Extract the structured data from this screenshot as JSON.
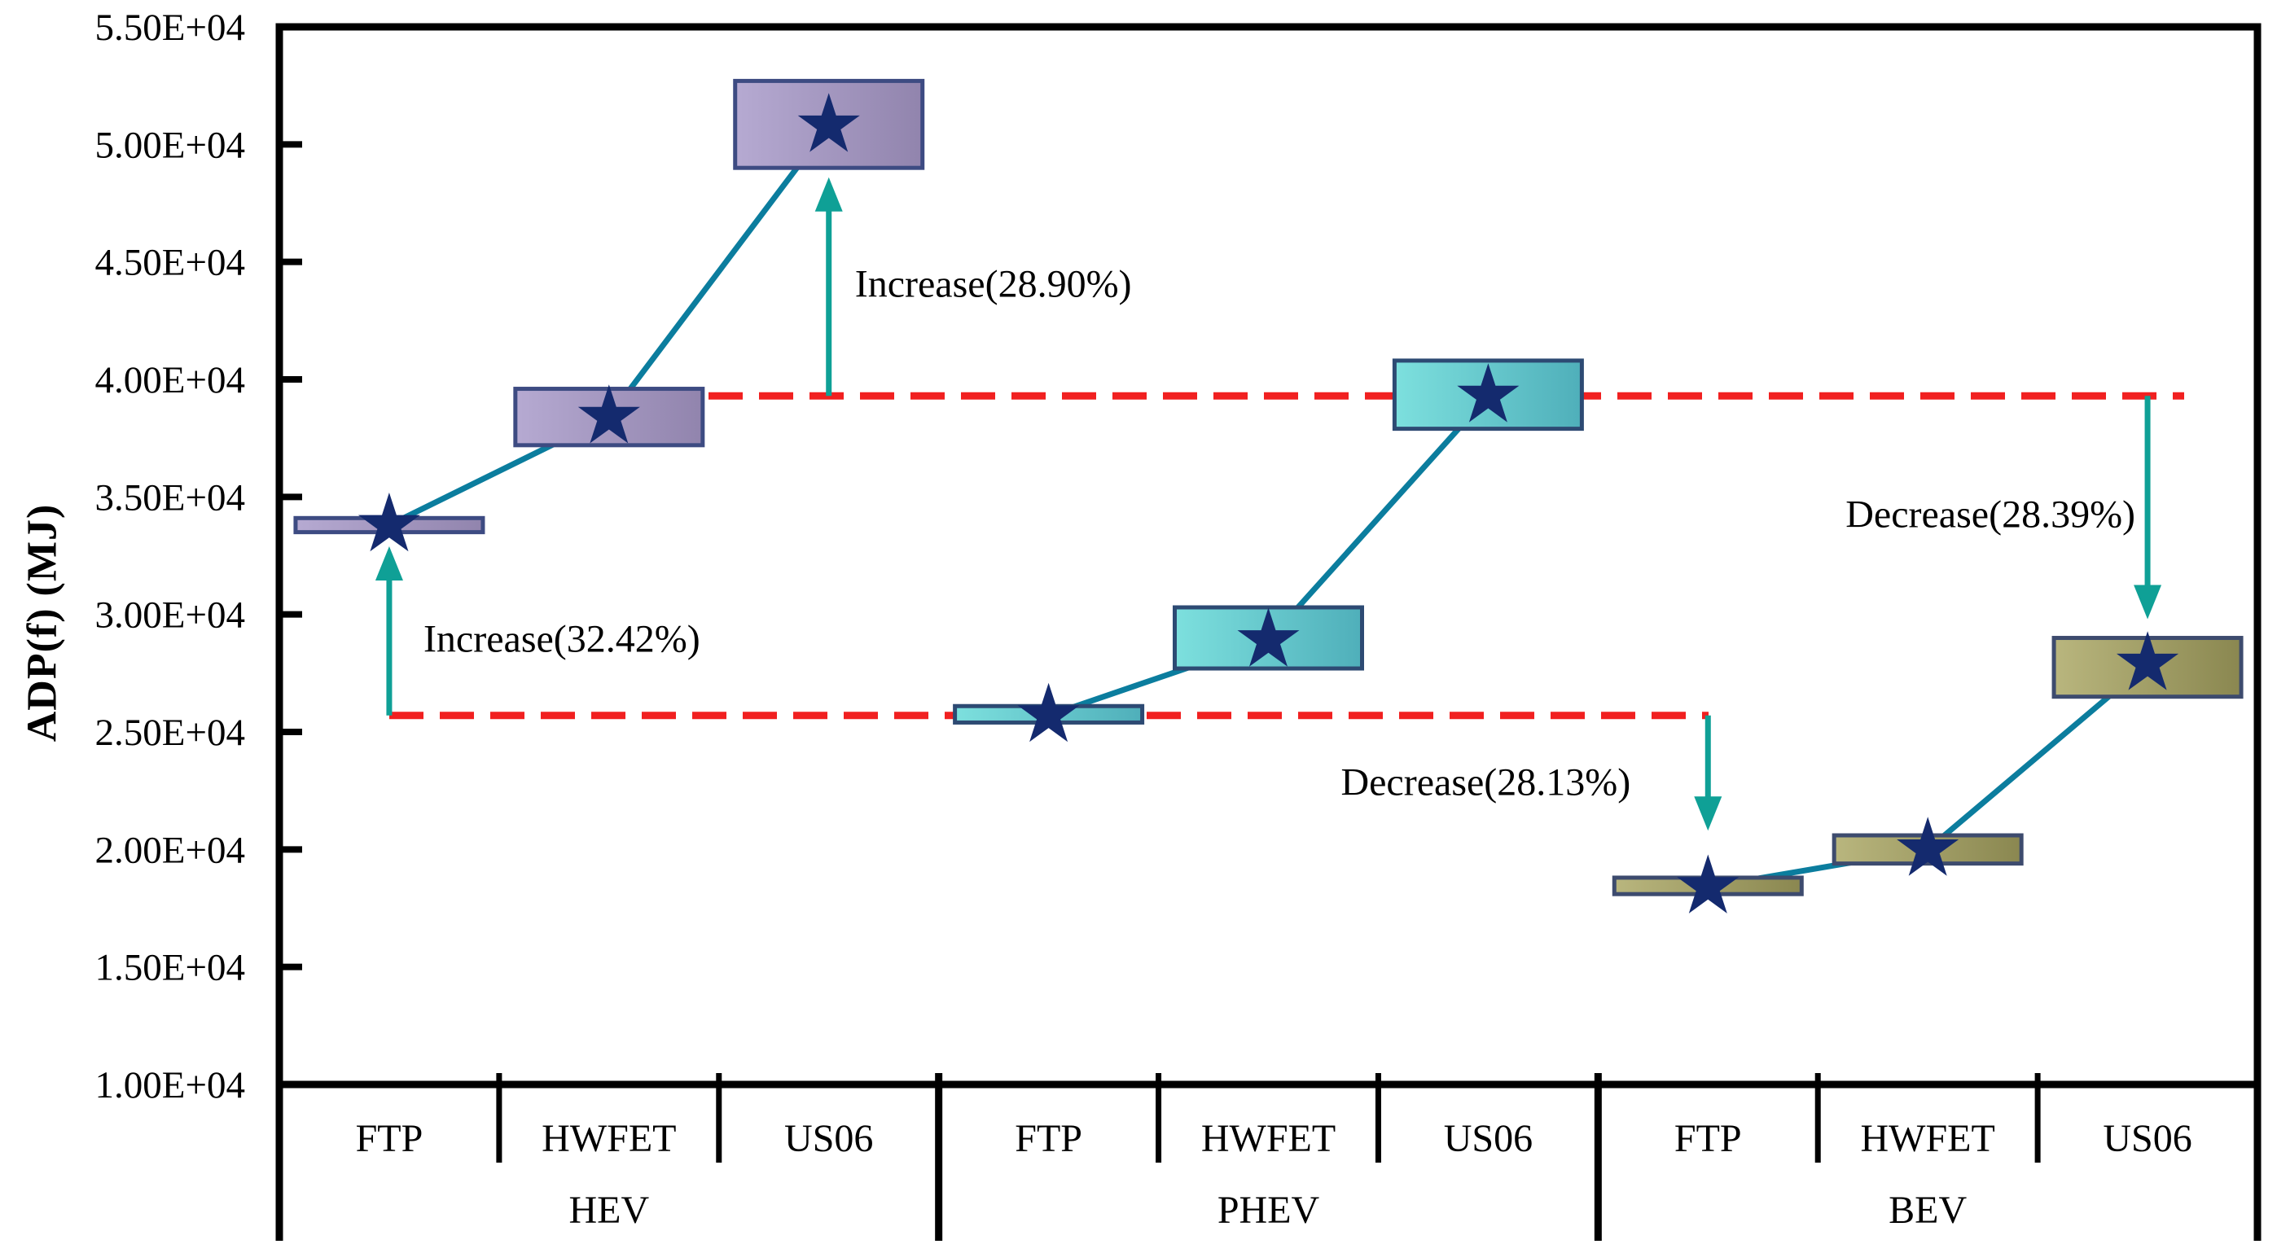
{
  "chart_data": {
    "type": "line",
    "subtype": "floating-boxes-with-star-means",
    "title": "",
    "xlabel": "",
    "ylabel": "ADP(f) (MJ)",
    "ylim": [
      10000,
      55000
    ],
    "ytick_step": 5000,
    "ytick_labels": [
      "1.00E+04",
      "1.50E+04",
      "2.00E+04",
      "2.50E+04",
      "3.00E+04",
      "3.50E+04",
      "4.00E+04",
      "4.50E+04",
      "5.00E+04",
      "5.50E+04"
    ],
    "grid": false,
    "legend": "none",
    "cycle_labels": [
      "FTP",
      "HWFET",
      "US06",
      "FTP",
      "HWFET",
      "US06",
      "FTP",
      "HWFET",
      "US06"
    ],
    "group_labels": [
      "HEV",
      "PHEV",
      "BEV"
    ],
    "series": [
      {
        "name": "HEV",
        "cycles": [
          "FTP",
          "HWFET",
          "US06"
        ],
        "slots": [
          0,
          1,
          2
        ],
        "mean_values": [
          33800,
          38400,
          50800
        ],
        "box_low": [
          33500,
          37200,
          49000
        ],
        "box_high": [
          34100,
          39600,
          52700
        ],
        "gradient": [
          "#b6aad2",
          "#9184ad"
        ],
        "box_border": "#3d4b82"
      },
      {
        "name": "PHEV",
        "cycles": [
          "FTP",
          "HWFET",
          "US06"
        ],
        "slots": [
          3,
          4,
          5
        ],
        "mean_values": [
          25700,
          28900,
          39300
        ],
        "box_low": [
          25400,
          27700,
          37900
        ],
        "box_high": [
          26100,
          30300,
          40800
        ],
        "gradient": [
          "#7de0de",
          "#4fafba"
        ],
        "box_border": "#2d4a73"
      },
      {
        "name": "BEV",
        "cycles": [
          "FTP",
          "HWFET",
          "US06"
        ],
        "slots": [
          6,
          7,
          8
        ],
        "mean_values": [
          18400,
          20000,
          27900
        ],
        "box_low": [
          18100,
          19400,
          26500
        ],
        "box_high": [
          18800,
          20600,
          29000
        ],
        "gradient": [
          "#b9b67e",
          "#8a8750"
        ],
        "box_border": "#3d4b6e"
      }
    ],
    "reference_lines": [
      {
        "value": 25700,
        "x1": 478,
        "x2": 2098,
        "style": "dashed",
        "color": "#f12020"
      },
      {
        "value": 39300,
        "x1": 808,
        "x2": 2682,
        "style": "dashed",
        "color": "#f12020"
      }
    ],
    "arrows": [
      {
        "slot": 0,
        "from_value": 25700,
        "to_value": 32900,
        "direction": "up"
      },
      {
        "slot": 2,
        "from_value": 39300,
        "to_value": 48600,
        "direction": "up"
      },
      {
        "slot": 6,
        "from_value": 25700,
        "to_value": 20800,
        "direction": "down"
      },
      {
        "slot": 8,
        "from_value": 39300,
        "to_value": 29800,
        "direction": "down"
      }
    ],
    "annotations": [
      {
        "text": "Increase(32.42%)",
        "slot": 0,
        "value": 29000,
        "anchor": "start",
        "dx": 42
      },
      {
        "text": "Increase(28.90%)",
        "slot": 2,
        "value": 44100,
        "anchor": "start",
        "dx": 32
      },
      {
        "text": "Decrease(28.13%)",
        "slot": 6,
        "value": 22900,
        "anchor": "end",
        "dx": -95
      },
      {
        "text": "Decrease(28.39%)",
        "slot": 8,
        "value": 34300,
        "anchor": "end",
        "dx": -15
      }
    ],
    "colors": {
      "trend_line": "#0b7d9e",
      "star": "#142a6e",
      "arrow": "#0fa096",
      "reference_line": "#f12020",
      "axis": "#000000",
      "text": "#000000",
      "background": "#ffffff"
    }
  }
}
